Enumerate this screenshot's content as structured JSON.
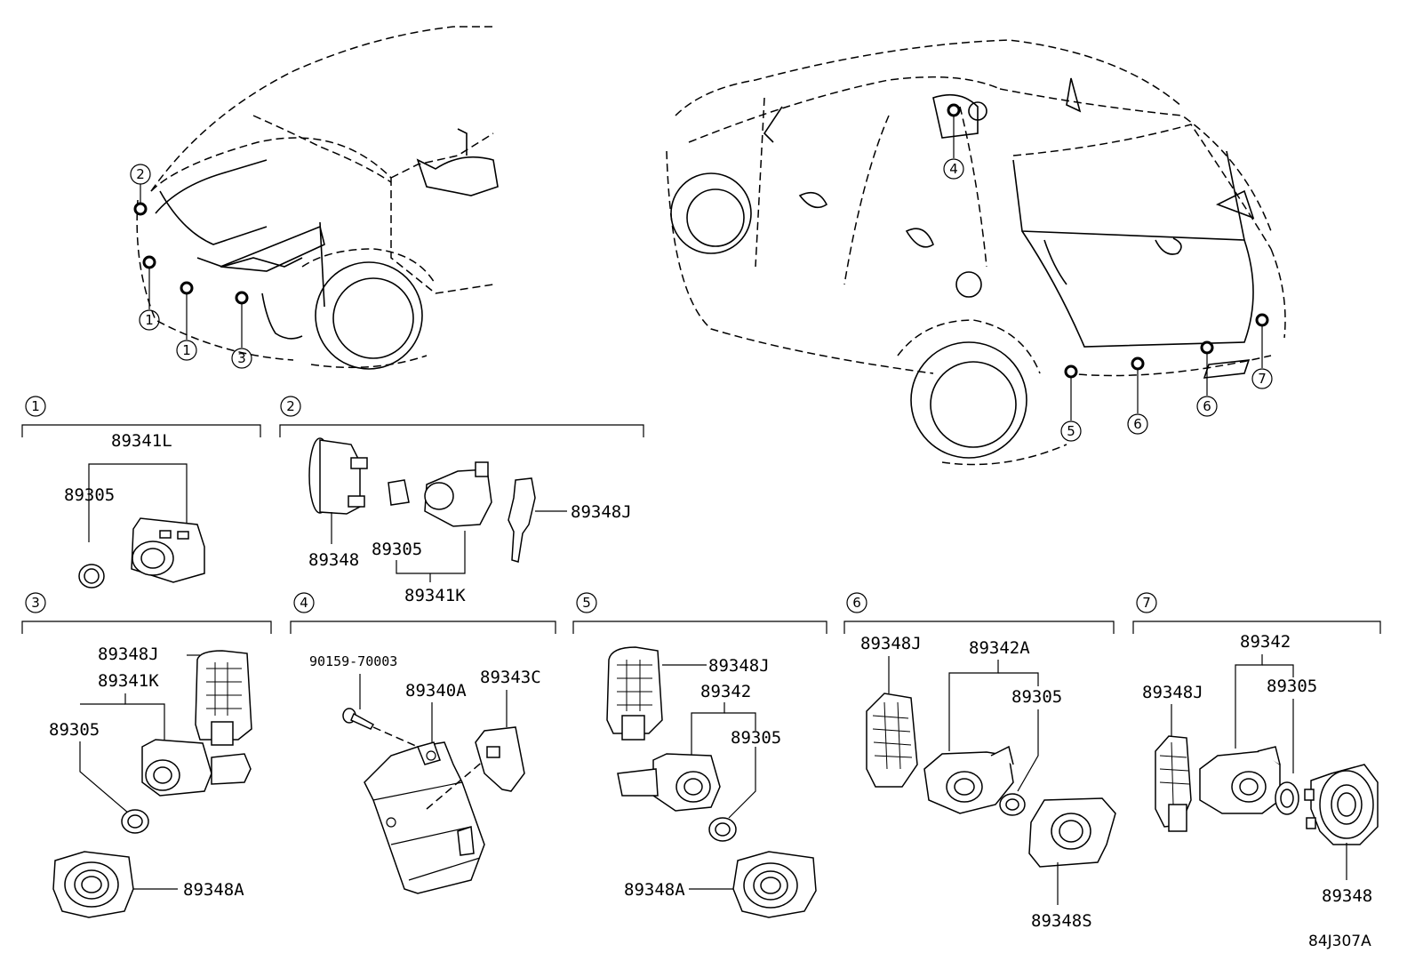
{
  "figure_code": "84J307A",
  "front_view": {
    "callouts": [
      "2",
      "1",
      "1",
      "3"
    ]
  },
  "rear_view": {
    "callouts": [
      "4",
      "5",
      "6",
      "6",
      "7"
    ]
  },
  "groups": [
    {
      "number": "1",
      "parts": [
        "89341L",
        "89305"
      ]
    },
    {
      "number": "2",
      "parts": [
        "89348J",
        "89348",
        "89305",
        "89341K"
      ]
    },
    {
      "number": "3",
      "parts": [
        "89348J",
        "89341K",
        "89305",
        "89348A"
      ]
    },
    {
      "number": "4",
      "parts": [
        "90159-70003",
        "89340A",
        "89343C"
      ]
    },
    {
      "number": "5",
      "parts": [
        "89348J",
        "89342",
        "89305",
        "89348A"
      ]
    },
    {
      "number": "6",
      "parts": [
        "89348J",
        "89342A",
        "89305",
        "89348S"
      ]
    },
    {
      "number": "7",
      "parts": [
        "89342",
        "89305",
        "89348J",
        "89348"
      ]
    }
  ]
}
